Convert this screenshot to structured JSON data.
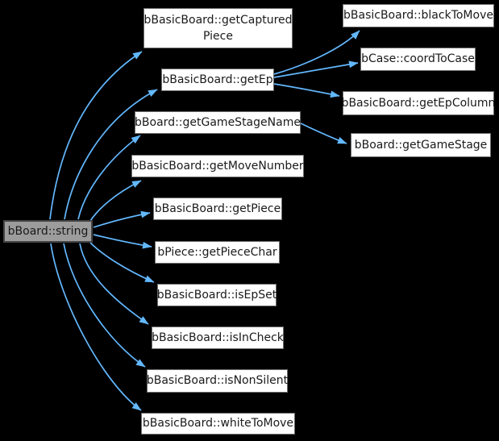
{
  "graph": {
    "title": "bBoard::string call graph",
    "colors": {
      "background": "#000000",
      "edge": "#63b8ff",
      "node_fill": "#ffffff",
      "node_border": "#6e6e6e",
      "node_text": "#1a1a1a",
      "current_node_fill": "#9c9c9c",
      "current_node_border": "#454545"
    },
    "nodes": [
      {
        "id": "string",
        "label": "bBoard::string",
        "current": true
      },
      {
        "id": "getCapturedPiece",
        "lines": [
          "bBasicBoard::getCaptured",
          "Piece"
        ],
        "current": false
      },
      {
        "id": "getEp",
        "label": "bBasicBoard::getEp",
        "current": false
      },
      {
        "id": "getGameStageName",
        "label": "bBoard::getGameStageName",
        "current": false
      },
      {
        "id": "getMoveNumber",
        "label": "bBasicBoard::getMoveNumber",
        "current": false
      },
      {
        "id": "getPiece",
        "label": "bBasicBoard::getPiece",
        "current": false
      },
      {
        "id": "getPieceChar",
        "label": "bPiece::getPieceChar",
        "current": false
      },
      {
        "id": "isEpSet",
        "label": "bBasicBoard::isEpSet",
        "current": false
      },
      {
        "id": "isInCheck",
        "label": "bBasicBoard::isInCheck",
        "current": false
      },
      {
        "id": "isNonSilent",
        "label": "bBasicBoard::isNonSilent",
        "current": false
      },
      {
        "id": "whiteToMove",
        "label": "bBasicBoard::whiteToMove",
        "current": false
      },
      {
        "id": "blackToMove",
        "label": "bBasicBoard::blackToMove",
        "current": false
      },
      {
        "id": "coordToCase",
        "label": "bCase::coordToCase",
        "current": false
      },
      {
        "id": "getEpColumn",
        "label": "bBasicBoard::getEpColumn",
        "current": false
      },
      {
        "id": "getGameStage",
        "label": "bBoard::getGameStage",
        "current": false
      }
    ],
    "edges": [
      {
        "from": "string",
        "to": "getCapturedPiece"
      },
      {
        "from": "string",
        "to": "getEp"
      },
      {
        "from": "string",
        "to": "getGameStageName"
      },
      {
        "from": "string",
        "to": "getMoveNumber"
      },
      {
        "from": "string",
        "to": "getPiece"
      },
      {
        "from": "string",
        "to": "getPieceChar"
      },
      {
        "from": "string",
        "to": "isEpSet"
      },
      {
        "from": "string",
        "to": "isInCheck"
      },
      {
        "from": "string",
        "to": "isNonSilent"
      },
      {
        "from": "string",
        "to": "whiteToMove"
      },
      {
        "from": "getEp",
        "to": "blackToMove"
      },
      {
        "from": "getEp",
        "to": "coordToCase"
      },
      {
        "from": "getEp",
        "to": "getEpColumn"
      },
      {
        "from": "getGameStageName",
        "to": "getGameStage"
      }
    ]
  }
}
